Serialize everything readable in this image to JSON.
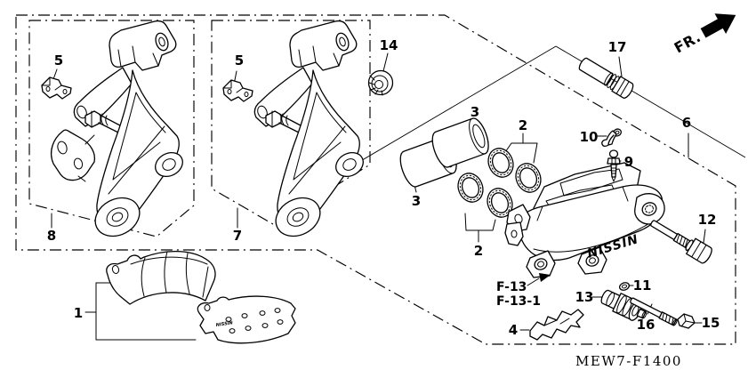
{
  "figure": {
    "code": "MEW7-F1400",
    "front_marker": "FR.",
    "brand": "NISSIN",
    "pad_mark": "NISSIN",
    "cross_ref_1": "F-13",
    "cross_ref_2": "F-13-1"
  },
  "callouts": {
    "c1": "1",
    "c2_upper": "2",
    "c2_lower": "2",
    "c3_upper": "3",
    "c3_lower": "3",
    "c4": "4",
    "c5_left": "5",
    "c5_right": "5",
    "c6": "6",
    "c7": "7",
    "c8": "8",
    "c9": "9",
    "c10": "10",
    "c11": "11",
    "c12": "12",
    "c13": "13",
    "c14": "14",
    "c15": "15",
    "c16": "16",
    "c17": "17"
  },
  "colors": {
    "ink": "#000000",
    "paper": "#ffffff"
  }
}
